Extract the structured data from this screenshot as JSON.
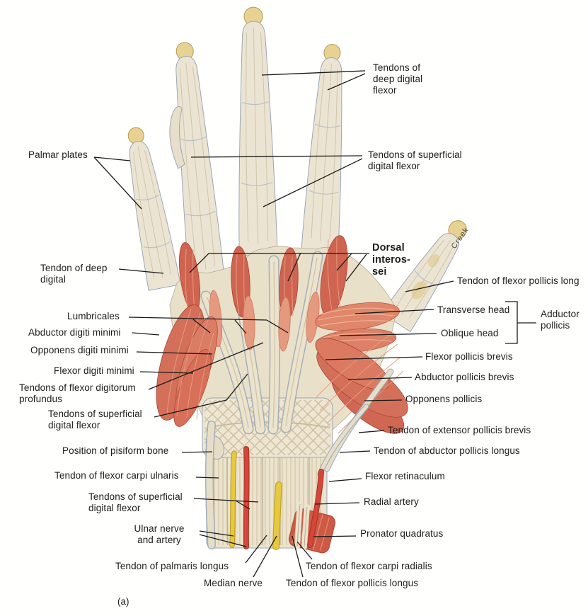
{
  "caption": "(a)",
  "signature": "Creek",
  "colors": {
    "muscle": "#d4705a",
    "muscle_light": "#e79a80",
    "muscle_dark": "#a84534",
    "tendon": "#ece3cd",
    "bone": "#e7d193",
    "artery_red": "#d6453a",
    "nerve_yellow": "#e8c93e",
    "leader_line": "#1a1a1a",
    "label_text": "#1c1c1c",
    "background": "#ffffff"
  },
  "labels": {
    "tendons_deep_digital_flexor": "Tendons of\ndeep digital\nflexor",
    "tendons_superficial_digital_flexor_top": "Tendons of superficial\ndigital flexor",
    "palmar_plates": "Palmar plates",
    "tendon_of_deep_digital": "Tendon of deep\ndigital",
    "dorsal_interossei": "Dorsal\ninteros-\nsei",
    "tendon_flexor_pollicis_longus_right": "Tendon of flexor pollicis long",
    "transverse_head": "Transverse head",
    "oblique_head": "Oblique head",
    "adductor_pollicis": "Adductor\npollicis",
    "lumbricales": "Lumbricales",
    "abductor_digiti_minimi": "Abductor digiti minimi",
    "opponens_digiti_minimi": "Opponens digiti minimi",
    "flexor_digiti_minimi": "Flexor digiti minimi",
    "tendons_flexor_digitorum_profundus": "Tendons of flexor digitorum\nprofundus",
    "tendons_superficial_digital_flexor_mid": "Tendons of superficial\ndigital flexor",
    "flexor_pollicis_brevis": "Flexor pollicis brevis",
    "abductor_pollicis_brevis": "Abductor pollicis brevis",
    "opponens_pollicis": "Opponens pollicis",
    "tendon_extensor_pollicis_brevis": "Tendon of extensor pollicis brevis",
    "tendon_abductor_pollicis_longus": "Tendon of abductor pollicis longus",
    "position_pisiform_bone": "Position of pisiform bone",
    "tendon_flexor_carpi_ulnaris": "Tendon of flexor carpi ulnaris",
    "tendons_superficial_digital_flexor_bottom": "Tendons of superficial\ndigital flexor",
    "ulnar_nerve_and_artery": "Ulnar nerve\nand artery",
    "flexor_retinaculum": "Flexor retinaculum",
    "radial_artery": "Radial artery",
    "pronator_quadratus": "Pronator quadratus",
    "tendon_palmaris_longus": "Tendon of palmaris longus",
    "median_nerve": "Median nerve",
    "tendon_flexor_pollicis_longus_bottom": "Tendon of flexor pollicis longus",
    "tendon_flexor_carpi_radialis": "Tendon of flexor carpi radialis"
  }
}
